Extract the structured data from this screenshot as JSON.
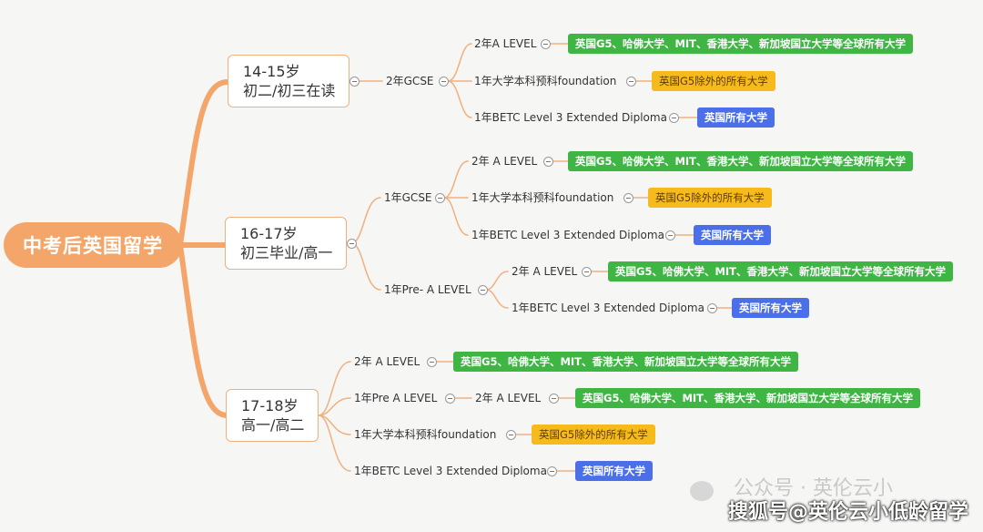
{
  "root": {
    "label": "中考后英国留学"
  },
  "groups": [
    {
      "age": "14-15岁",
      "grade": "初二/初三在读",
      "path": "2年GCSE",
      "options": [
        {
          "label": "2年A LEVEL",
          "target": "英国G5、哈佛大学、MIT、香港大学、新加坡国立大学等全球所有大学"
        },
        {
          "label": "1年大学本科预科foundation",
          "target": "英国G5除外的所有大学"
        },
        {
          "label": "1年BETC Level 3 Extended Diploma",
          "target": "英国所有大学"
        }
      ]
    },
    {
      "age": "16-17岁",
      "grade": "初三毕业/高一",
      "path": "1年GCSE",
      "path2": "1年Pre- A LEVEL",
      "options": [
        {
          "label": "2年 A LEVEL",
          "target": "英国G5、哈佛大学、MIT、香港大学、新加坡国立大学等全球所有大学"
        },
        {
          "label": "1年大学本科预科foundation",
          "target": "英国G5除外的所有大学"
        },
        {
          "label": "1年BETC Level 3 Extended Diploma",
          "target": "英国所有大学"
        }
      ],
      "options2": [
        {
          "label": "2年 A LEVEL",
          "target": "英国G5、哈佛大学、MIT、香港大学、新加坡国立大学等全球所有大学"
        },
        {
          "label": "1年BETC Level 3 Extended Diploma",
          "target": "英国所有大学"
        }
      ]
    },
    {
      "age": "17-18岁",
      "grade": "高一/高二",
      "options": [
        {
          "label": "2年 A LEVEL",
          "target": "英国G5、哈佛大学、MIT、香港大学、新加坡国立大学等全球所有大学"
        },
        {
          "label": "1年Pre A LEVEL",
          "sub": "2年 A LEVEL",
          "target": "英国G5、哈佛大学、MIT、香港大学、新加坡国立大学等全球所有大学"
        },
        {
          "label": "1年大学本科预科foundation",
          "target": "英国G5除外的所有大学"
        },
        {
          "label": "1年BETC Level 3 Extended Diploma",
          "target": "英国所有大学"
        }
      ]
    }
  ],
  "colors": {
    "root": "#f4a66a",
    "branch": "#f0b07e",
    "green": "#3fb543",
    "orange": "#f7ba1c",
    "blue": "#4a6fe8"
  },
  "watermark": {
    "line1": "公众号 · 英伦云小",
    "line2": "搜狐号@英伦云小低龄留学"
  }
}
